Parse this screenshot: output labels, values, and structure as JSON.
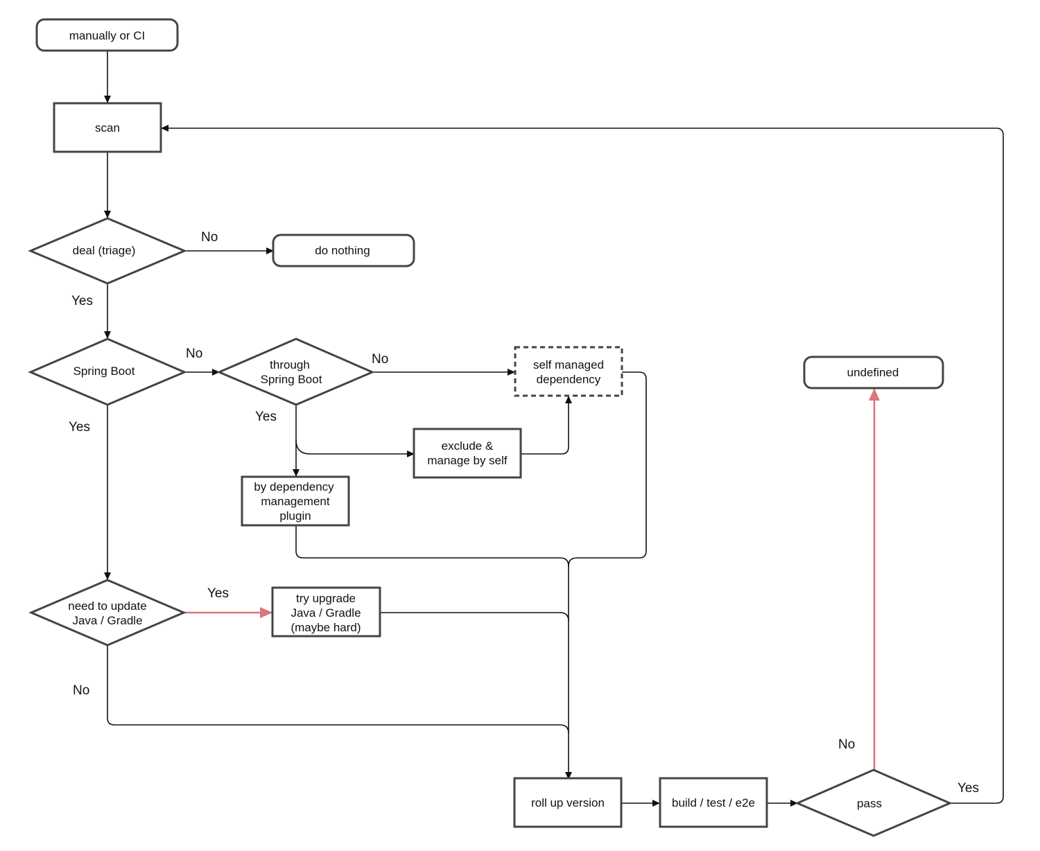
{
  "colors": {
    "node_border": "#444444",
    "edge": "#111111",
    "highlight_edge": "#d9777c",
    "background": "#ffffff"
  },
  "nodes": {
    "start": "manually or CI",
    "scan": "scan",
    "deal": "deal (triage)",
    "do_nothing": "do nothing",
    "spring_boot": "Spring Boot",
    "through_spring_boot": [
      "through",
      "Spring Boot"
    ],
    "self_managed": [
      "self managed",
      "dependency"
    ],
    "exclude": [
      "exclude &",
      "manage by self"
    ],
    "by_dependency": [
      "by dependency",
      "management",
      "plugin"
    ],
    "need_update": [
      "need to update",
      "Java / Gradle"
    ],
    "try_upgrade": [
      "try upgrade",
      "Java / Gradle",
      "(maybe hard)"
    ],
    "roll_up": "roll up version",
    "build": "build / test / e2e",
    "pass": "pass",
    "undefined": "undefined"
  },
  "edge_labels": {
    "deal_no": "No",
    "deal_yes": "Yes",
    "spring_boot_no": "No",
    "spring_boot_yes": "Yes",
    "through_no": "No",
    "through_yes": "Yes",
    "update_yes": "Yes",
    "update_no": "No",
    "pass_no": "No",
    "pass_yes": "Yes"
  }
}
